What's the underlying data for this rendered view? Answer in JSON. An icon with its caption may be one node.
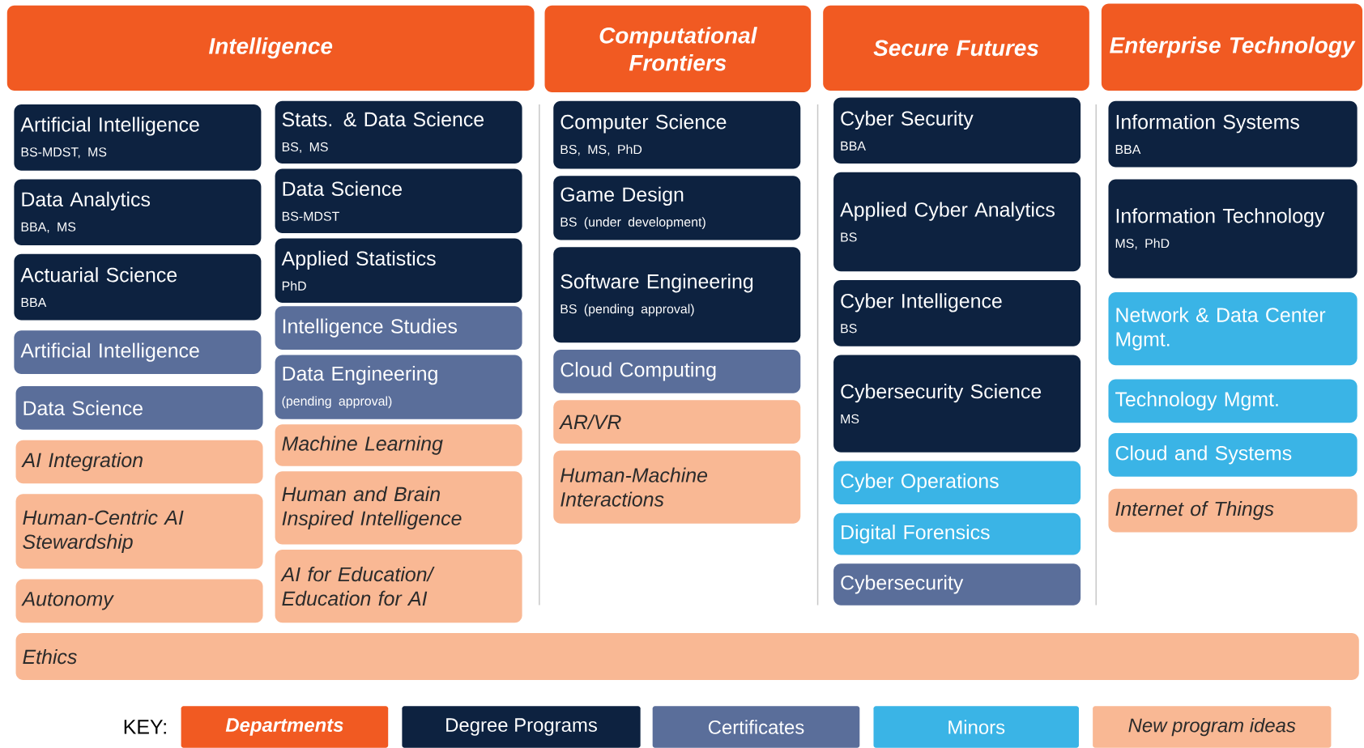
{
  "diagram": {
    "nodes": [
      {
        "text": [
          "Intelligence"
        ]
      },
      {
        "text": [
          "Computational Frontiers"
        ]
      },
      {
        "text": [
          "Secure Futures"
        ]
      },
      {
        "text": [
          "Enterprise Technology"
        ]
      },
      {
        "text": [
          "Artificial Intelligence",
          "BS-MDST, MS"
        ]
      },
      {
        "text": [
          "Data Analytics",
          "BBA, MS"
        ]
      },
      {
        "text": [
          "Actuarial Science",
          "BBA"
        ]
      },
      {
        "text": [
          "Artificial Intelligence"
        ]
      },
      {
        "text": [
          "Data Science"
        ]
      },
      {
        "text": [
          "AI Integration"
        ]
      },
      {
        "text": [
          "Human-Centric AI Stewardship"
        ]
      },
      {
        "text": [
          "Autonomy"
        ]
      },
      {
        "text": [
          "Stats. & Data Science",
          "BS, MS"
        ]
      },
      {
        "text": [
          "Data Science",
          "BS-MDST"
        ]
      },
      {
        "text": [
          "Applied Statistics",
          "PhD"
        ]
      },
      {
        "text": [
          "Intelligence Studies"
        ]
      },
      {
        "text": [
          "Data Engineering",
          "(pending approval)"
        ]
      },
      {
        "text": [
          "Machine Learning"
        ]
      },
      {
        "text": [
          "Human and Brain Inspired Intelligence"
        ]
      },
      {
        "text": [
          "AI for Education/ Education for AI"
        ]
      },
      {
        "text": [
          "Computer Science",
          "BS, MS, PhD"
        ]
      },
      {
        "text": [
          "Game Design",
          "BS (under development)"
        ]
      },
      {
        "text": [
          "Software Engineering",
          "BS (pending approval)"
        ]
      },
      {
        "text": [
          "Cloud Computing"
        ]
      },
      {
        "text": [
          "AR/VR"
        ]
      },
      {
        "text": [
          "Human-Machine Interactions"
        ]
      },
      {
        "text": [
          "Cyber Security",
          "BBA"
        ]
      },
      {
        "text": [
          "Applied Cyber Analytics",
          "BS"
        ]
      },
      {
        "text": [
          "Cyber Intelligence",
          "BS"
        ]
      },
      {
        "text": [
          "Cybersecurity Science",
          "MS"
        ]
      },
      {
        "text": [
          "Cyber Operations"
        ]
      },
      {
        "text": [
          "Digital Forensics"
        ]
      },
      {
        "text": [
          "Cybersecurity"
        ]
      },
      {
        "text": [
          "Information Systems",
          "BBA"
        ]
      },
      {
        "text": [
          "Information Technology",
          "MS, PhD"
        ]
      },
      {
        "text": [
          "Network & Data Center Mgmt."
        ]
      },
      {
        "text": [
          "Technology Mgmt."
        ]
      },
      {
        "text": [
          "Cloud and Systems"
        ]
      },
      {
        "text": [
          "Internet of Things"
        ]
      },
      {
        "text": [
          "Ethics"
        ]
      }
    ],
    "labels": [
      "KEY:"
    ],
    "legend": [
      {
        "text": "Departments",
        "color": "#f15a22"
      },
      {
        "text": "Degree Programs",
        "color": "#0d2240"
      },
      {
        "text": "Certificates",
        "color": "#5a6e9a"
      },
      {
        "text": "Minors",
        "color": "#3ab4e6"
      },
      {
        "text": "New program ideas",
        "color": "#f9b894"
      }
    ]
  }
}
